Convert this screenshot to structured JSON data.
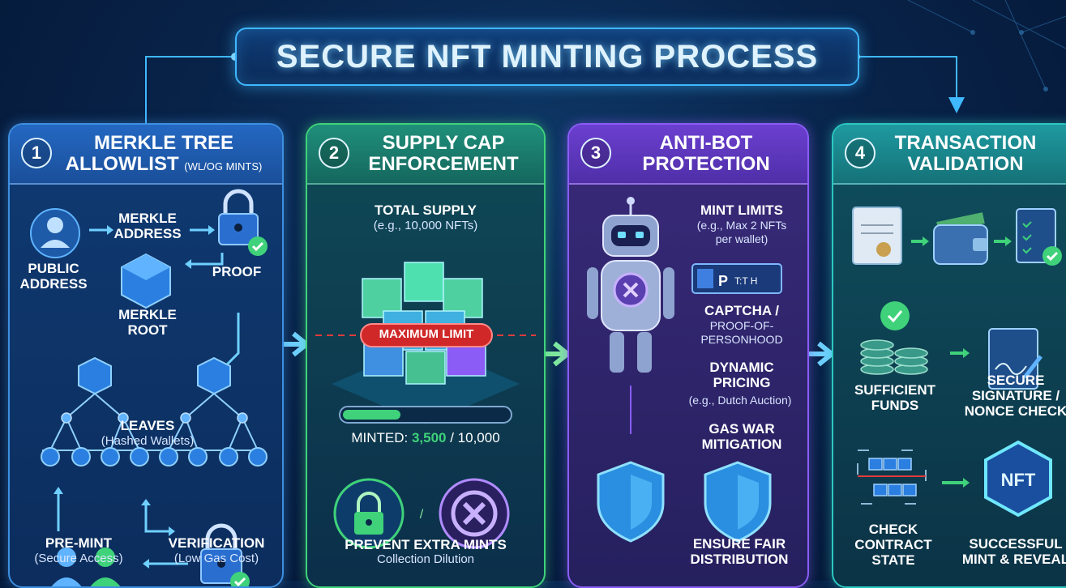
{
  "title": "SECURE NFT MINTING PROCESS",
  "panels": [
    {
      "num": "1",
      "title_line1": "MERKLE TREE",
      "title_line2": "ALLOWLIST",
      "title_suffix": "(WL/OG MINTS)",
      "public_address": [
        "PUBLIC",
        "ADDRESS"
      ],
      "merkle_address": [
        "MERKLE",
        "ADDRESS"
      ],
      "proof": "PROOF",
      "merkle_root": [
        "MERKLE",
        "ROOT"
      ],
      "leaves": "LEAVES",
      "leaves_sub": "(Hashed Wallets)",
      "premint": "PRE-MINT",
      "premint_sub": "(Secure Access)",
      "verification": "VERIFICATION",
      "verification_sub": "(Low Gas Cost)"
    },
    {
      "num": "2",
      "title_line1": "SUPPLY CAP",
      "title_line2": "ENFORCEMENT",
      "total_supply": "TOTAL SUPPLY",
      "total_supply_sub": "(e.g., 10,000 NFTs)",
      "max_limit": "MAXIMUM LIMIT",
      "minted_label": "MINTED:",
      "minted_value": "3,500",
      "minted_total": "/ 10,000",
      "prevent": "PREVENT EXTRA MINTS",
      "prevent_sub": "Collection Dilution"
    },
    {
      "num": "3",
      "title_line1": "ANTI-BOT",
      "title_line2": "PROTECTION",
      "mint_limits": "MINT LIMITS",
      "mint_limits_sub": [
        "(e.g., Max 2 NFTs",
        "per wallet)"
      ],
      "captcha": "CAPTCHA /",
      "captcha_sub": [
        "PROOF-OF-",
        "PERSONHOOD"
      ],
      "dynamic": [
        "DYNAMIC",
        "PRICING"
      ],
      "dynamic_sub": "(e.g., Dutch Auction)",
      "gas": [
        "GAS WAR",
        "MITIGATION"
      ],
      "fair": [
        "ENSURE FAIR",
        "DISTRIBUTION"
      ]
    },
    {
      "num": "4",
      "title_line1": "TRANSACTION",
      "title_line2": "VALIDATION",
      "funds": [
        "SUFFICIENT",
        "FUNDS"
      ],
      "signature": [
        "SECURE",
        "SIGNATURE /",
        "NONCE CHECK"
      ],
      "contract": [
        "CHECK",
        "CONTRACT",
        "STATE"
      ],
      "mint": [
        "SUCCESSFUL",
        "MINT & REVEAL"
      ]
    }
  ],
  "minted_fraction": 0.35,
  "colors": {
    "blue": "#3d8fe0",
    "green": "#3fd27a",
    "purple": "#8b5cf6",
    "teal": "#2cc7c0",
    "red": "#e23b3b"
  }
}
